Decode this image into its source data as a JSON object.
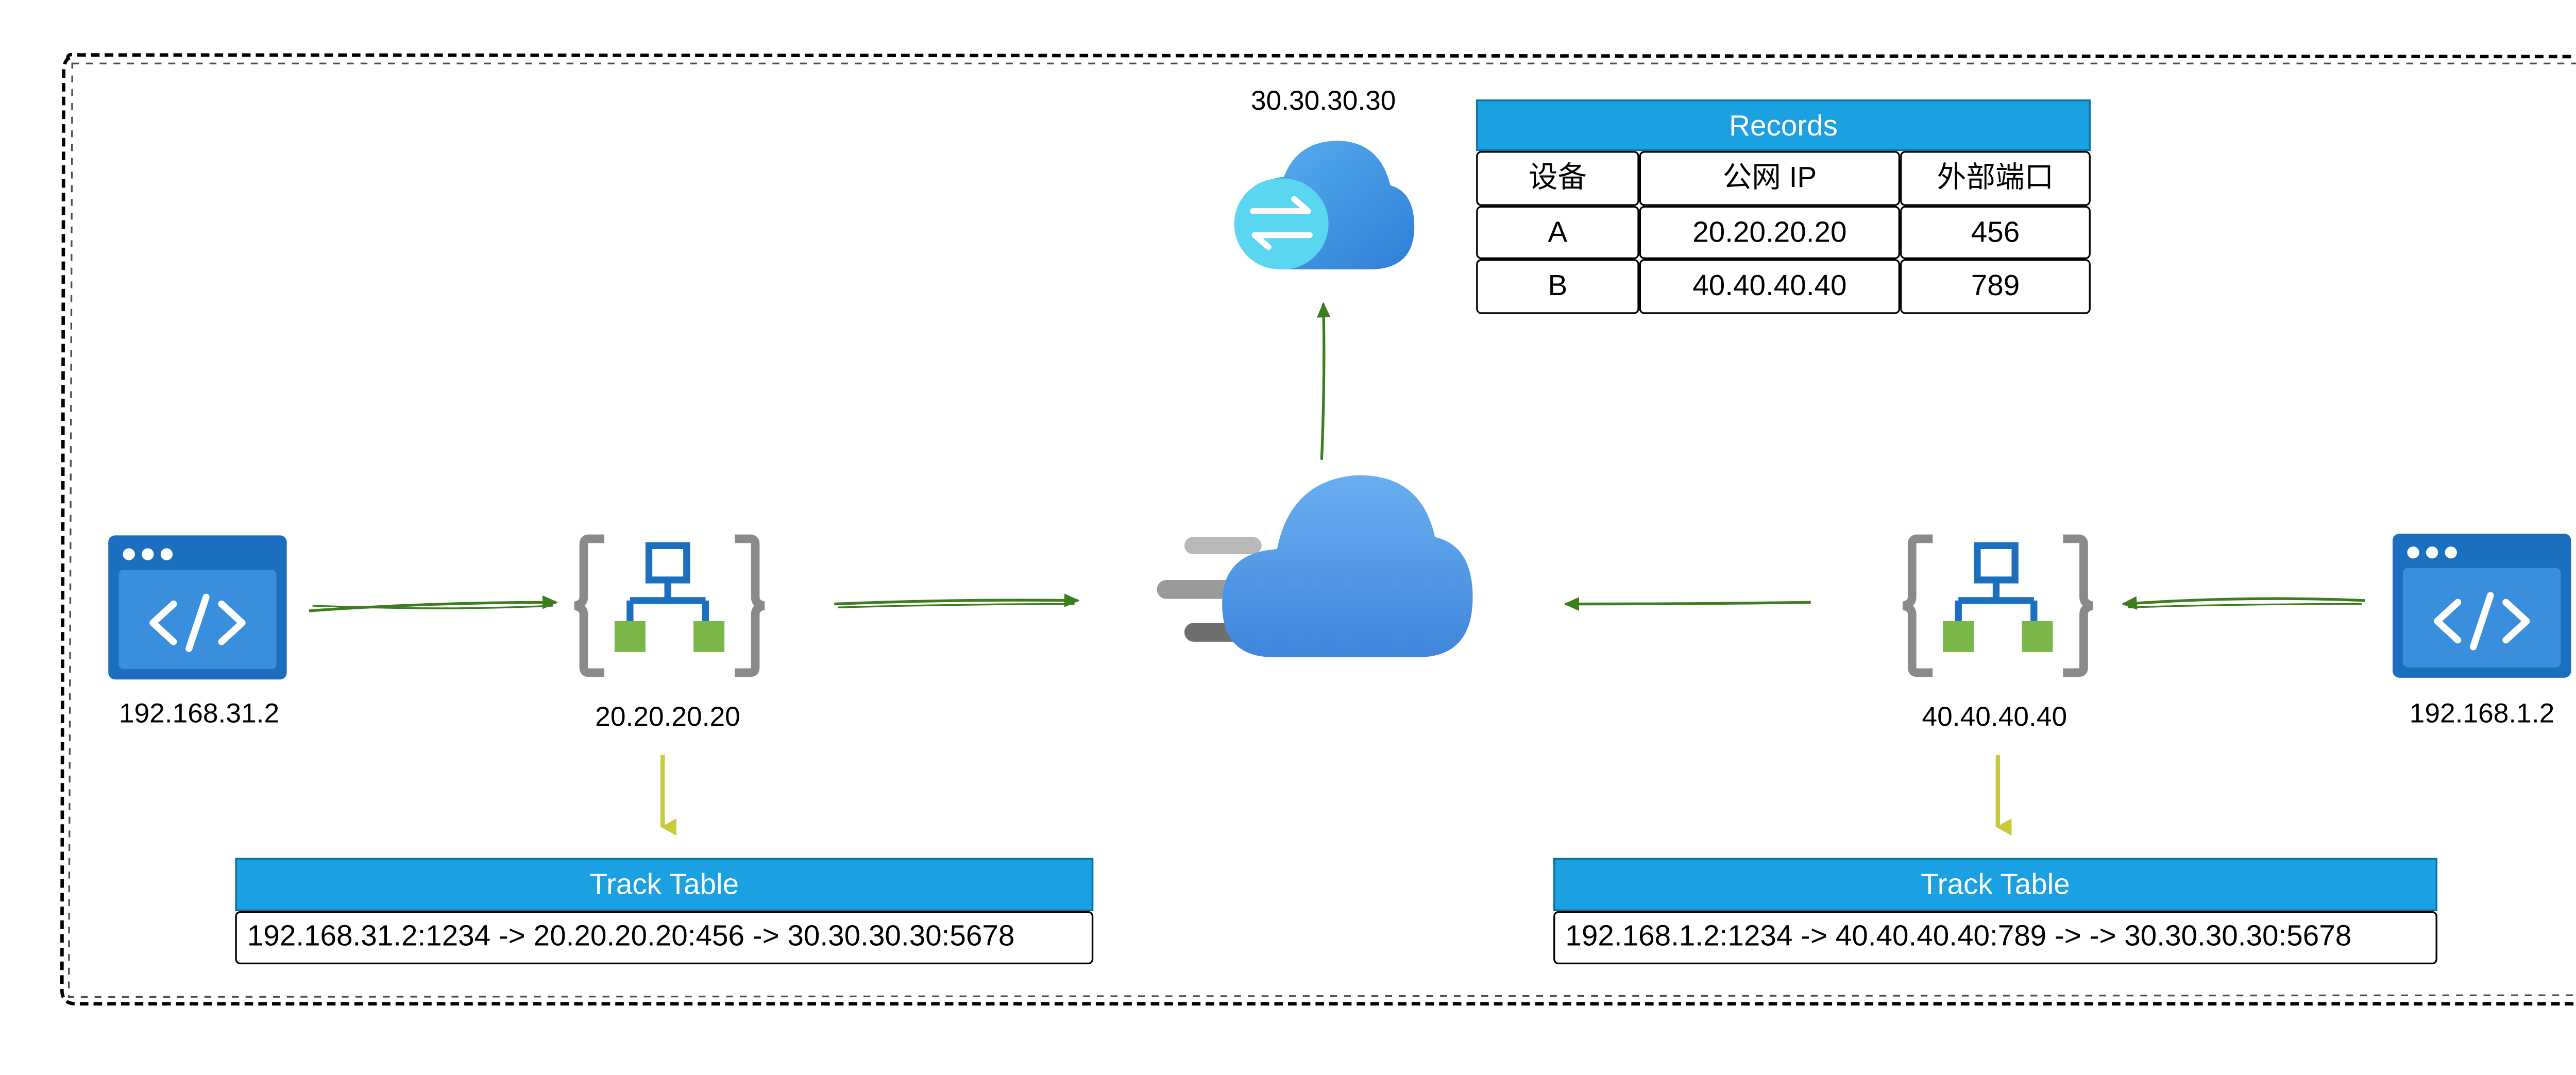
{
  "nodes": {
    "left_client": {
      "ip": "192.168.31.2"
    },
    "left_nat": {
      "ip": "20.20.20.20"
    },
    "stun_server": {
      "ip": "30.30.30.30"
    },
    "right_nat": {
      "ip": "40.40.40.40"
    },
    "right_client": {
      "ip": "192.168.1.2"
    }
  },
  "records_table": {
    "title": "Records",
    "headers": [
      "设备",
      "公网 IP",
      "外部端口"
    ],
    "rows": [
      [
        "A",
        "20.20.20.20",
        "456"
      ],
      [
        "B",
        "40.40.40.40",
        "789"
      ]
    ]
  },
  "track_tables": [
    {
      "title": "Track Table",
      "entry": "192.168.31.2:1234 -> 20.20.20.20:456 -> 30.30.30.30:5678"
    },
    {
      "title": "Track Table",
      "entry": "192.168.1.2:1234 -> 40.40.40.40:789 -> -> 30.30.30.30:5678"
    }
  ],
  "colors": {
    "arrow_green": "#3b7d1f",
    "arrow_yellow": "#c9c93a",
    "table_header": "#1ba1e2",
    "cloud_blue": "#4a90e2",
    "device_blue": "#1c6fbf",
    "nat_green": "#7ab648",
    "nat_bracket_gray": "#8a8a8a"
  },
  "icons": {
    "client": "code-window-icon",
    "nat": "network-topology-icon",
    "internet": "fast-cloud-icon",
    "stun": "cloud-exchange-icon"
  }
}
